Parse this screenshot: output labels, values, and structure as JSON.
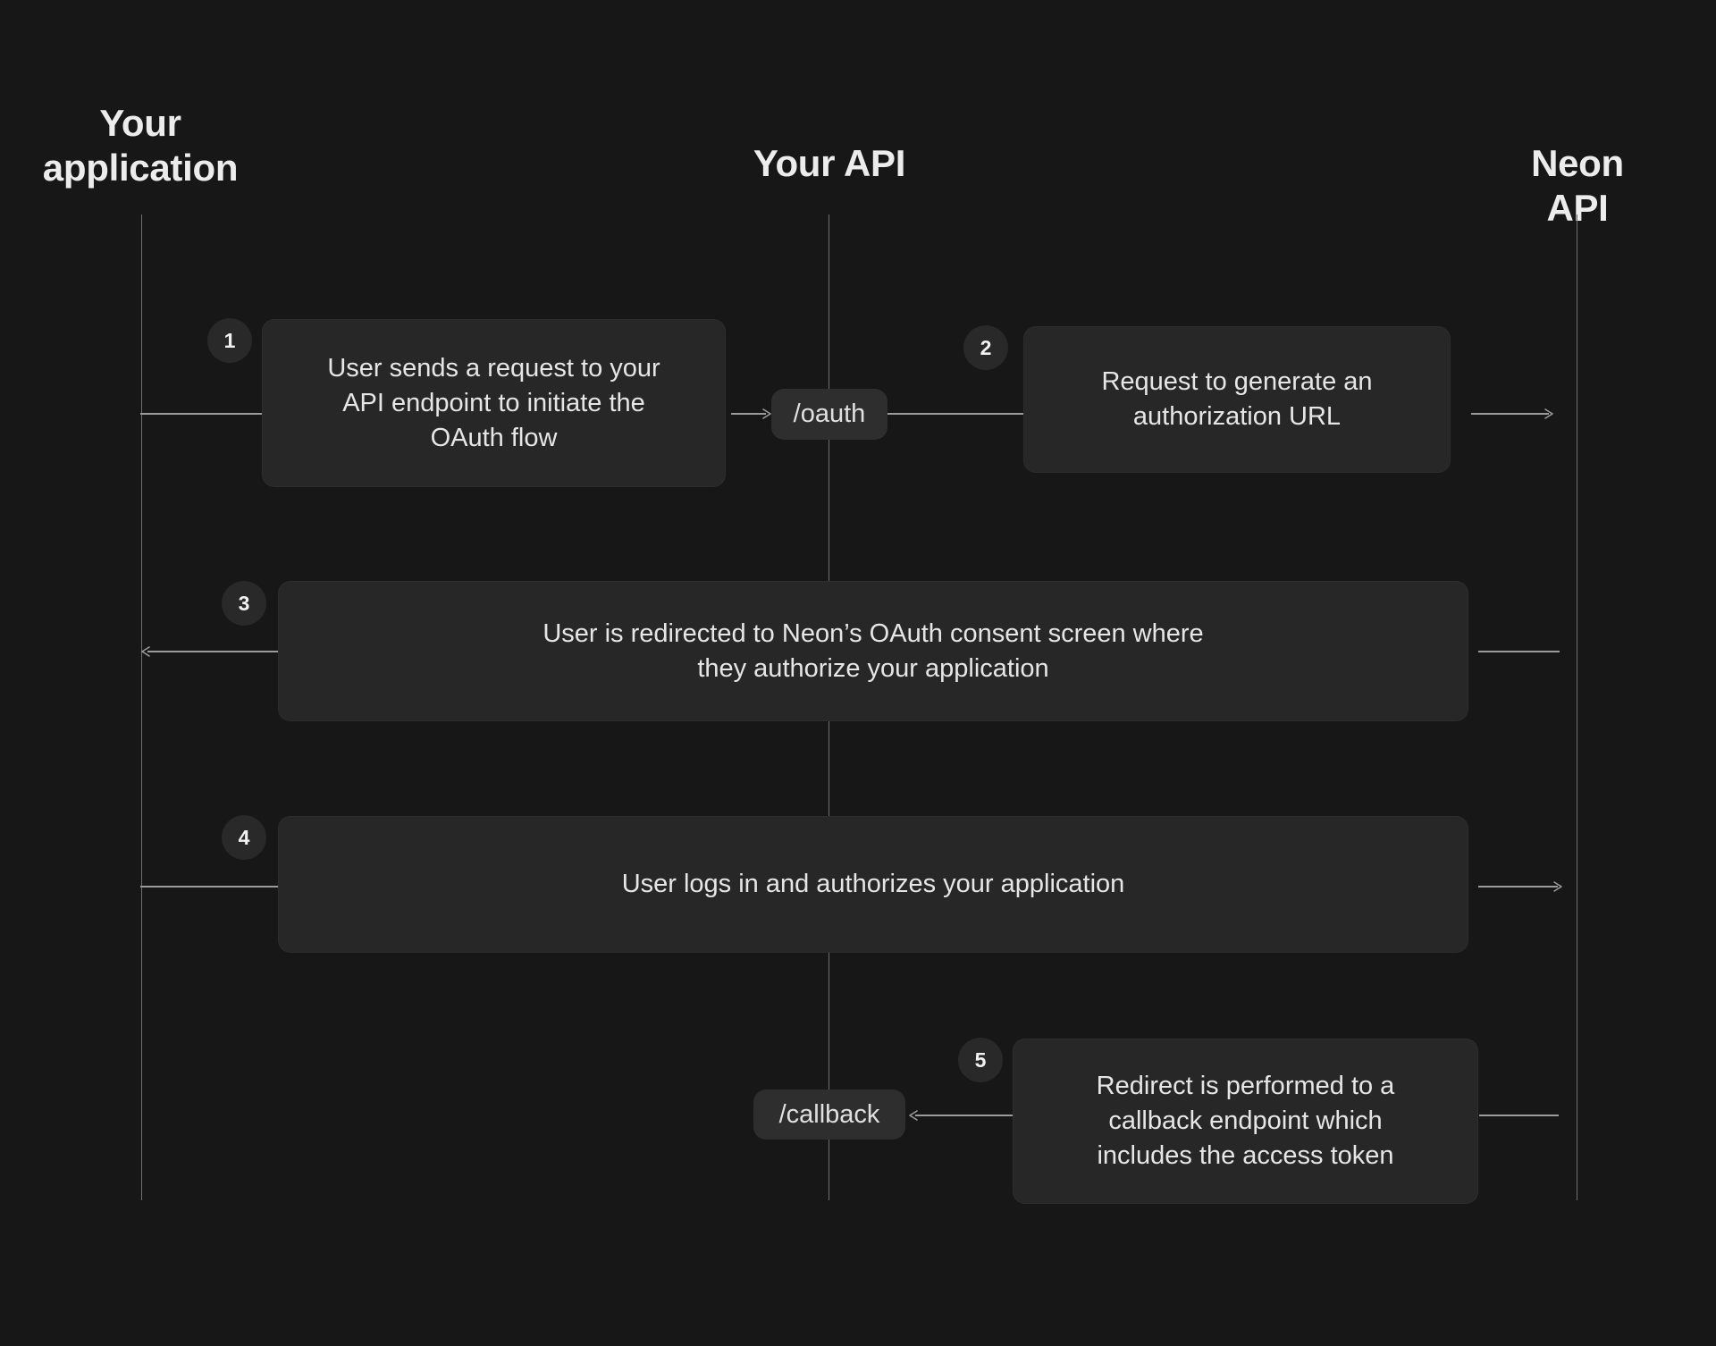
{
  "diagram_title": "OAuth flow sequence diagram",
  "lanes": [
    {
      "id": "your-application",
      "label": "Your\napplication"
    },
    {
      "id": "your-api",
      "label": "Your API"
    },
    {
      "id": "neon-api",
      "label": "Neon API"
    }
  ],
  "steps": [
    {
      "number": "1",
      "from": "your-application",
      "to": "your-api",
      "text": "User sends a request to your\nAPI endpoint to initiate the\nOAuth flow"
    },
    {
      "number": "2",
      "from": "your-api",
      "to": "neon-api",
      "text": "Request to generate an\nauthorization URL"
    },
    {
      "number": "3",
      "from": "neon-api",
      "to": "your-application",
      "text": "User is redirected to Neon’s OAuth consent screen where\nthey authorize your application"
    },
    {
      "number": "4",
      "from": "your-application",
      "to": "neon-api",
      "text": "User logs in and authorizes your application"
    },
    {
      "number": "5",
      "from": "neon-api",
      "to": "your-api",
      "text": "Redirect is performed to a\ncallback endpoint which\nincludes the access token"
    }
  ],
  "endpoints": [
    {
      "label": "/oauth"
    },
    {
      "label": "/callback"
    }
  ],
  "colors": {
    "bg": "#171717",
    "box-bg": "#272727",
    "chip-bg": "#2e2e2e",
    "badge-bg": "#292929",
    "header-text": "#ececec",
    "box-text": "#e6e6e6",
    "chip-text": "#e0e0e0",
    "badge-text": "#f2f2f2",
    "line-color": "#9b9b9b",
    "lifeline-color": "#6f6f6f"
  }
}
